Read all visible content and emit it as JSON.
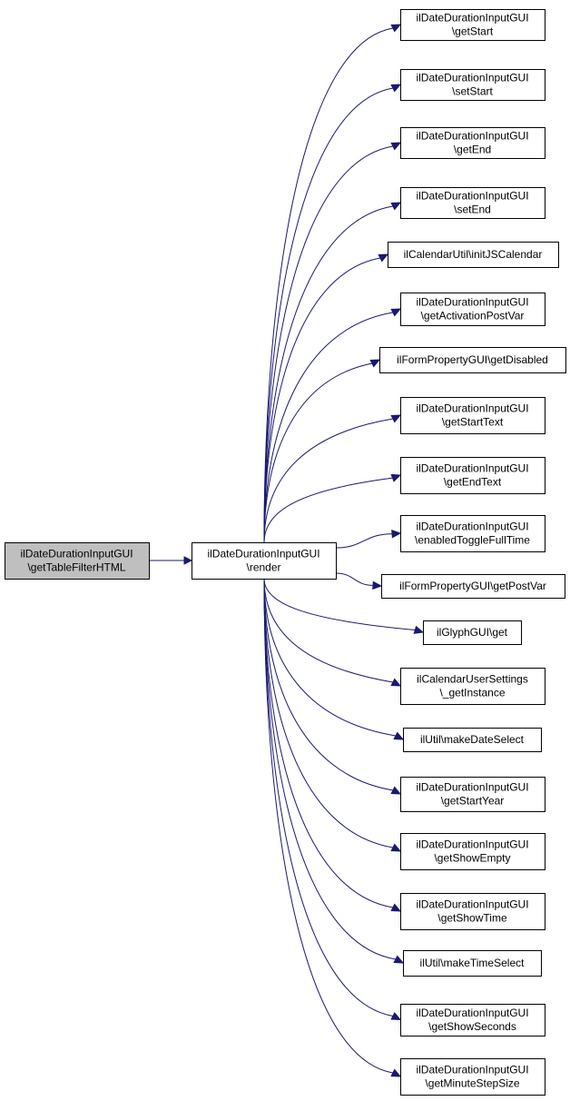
{
  "colors": {
    "edge": "#191970",
    "root_fill": "#bfbfbf",
    "node_fill": "#ffffff",
    "border": "#000000"
  },
  "nodes": [
    {
      "id": "root",
      "lines": [
        "ilDateDurationInputGUI",
        "\\getTableFilterHTML"
      ]
    },
    {
      "id": "render",
      "lines": [
        "ilDateDurationInputGUI",
        "\\render"
      ]
    },
    {
      "id": "getStart",
      "lines": [
        "ilDateDurationInputGUI",
        "\\getStart"
      ]
    },
    {
      "id": "setStart",
      "lines": [
        "ilDateDurationInputGUI",
        "\\setStart"
      ]
    },
    {
      "id": "getEnd",
      "lines": [
        "ilDateDurationInputGUI",
        "\\getEnd"
      ]
    },
    {
      "id": "setEnd",
      "lines": [
        "ilDateDurationInputGUI",
        "\\setEnd"
      ]
    },
    {
      "id": "initJSCalendar",
      "lines": [
        "ilCalendarUtil\\initJSCalendar"
      ]
    },
    {
      "id": "getActivationPostVar",
      "lines": [
        "ilDateDurationInputGUI",
        "\\getActivationPostVar"
      ]
    },
    {
      "id": "getDisabled",
      "lines": [
        "ilFormPropertyGUI\\getDisabled"
      ]
    },
    {
      "id": "getStartText",
      "lines": [
        "ilDateDurationInputGUI",
        "\\getStartText"
      ]
    },
    {
      "id": "getEndText",
      "lines": [
        "ilDateDurationInputGUI",
        "\\getEndText"
      ]
    },
    {
      "id": "enabledToggleFullTime",
      "lines": [
        "ilDateDurationInputGUI",
        "\\enabledToggleFullTime"
      ]
    },
    {
      "id": "getPostVar",
      "lines": [
        "ilFormPropertyGUI\\getPostVar"
      ]
    },
    {
      "id": "glyphGet",
      "lines": [
        "ilGlyphGUI\\get"
      ]
    },
    {
      "id": "getInstance",
      "lines": [
        "ilCalendarUserSettings",
        "\\_getInstance"
      ]
    },
    {
      "id": "makeDateSelect",
      "lines": [
        "ilUtil\\makeDateSelect"
      ]
    },
    {
      "id": "getStartYear",
      "lines": [
        "ilDateDurationInputGUI",
        "\\getStartYear"
      ]
    },
    {
      "id": "getShowEmpty",
      "lines": [
        "ilDateDurationInputGUI",
        "\\getShowEmpty"
      ]
    },
    {
      "id": "getShowTime",
      "lines": [
        "ilDateDurationInputGUI",
        "\\getShowTime"
      ]
    },
    {
      "id": "makeTimeSelect",
      "lines": [
        "ilUtil\\makeTimeSelect"
      ]
    },
    {
      "id": "getShowSeconds",
      "lines": [
        "ilDateDurationInputGUI",
        "\\getShowSeconds"
      ]
    },
    {
      "id": "getMinuteStepSize",
      "lines": [
        "ilDateDurationInputGUI",
        "\\getMinuteStepSize"
      ]
    }
  ],
  "edges": [
    {
      "from": "root",
      "to": "render"
    },
    {
      "from": "render",
      "to": "getStart"
    },
    {
      "from": "render",
      "to": "setStart"
    },
    {
      "from": "render",
      "to": "getEnd"
    },
    {
      "from": "render",
      "to": "setEnd"
    },
    {
      "from": "render",
      "to": "initJSCalendar"
    },
    {
      "from": "render",
      "to": "getActivationPostVar"
    },
    {
      "from": "render",
      "to": "getDisabled"
    },
    {
      "from": "render",
      "to": "getStartText"
    },
    {
      "from": "render",
      "to": "getEndText"
    },
    {
      "from": "render",
      "to": "enabledToggleFullTime"
    },
    {
      "from": "render",
      "to": "getPostVar"
    },
    {
      "from": "render",
      "to": "glyphGet"
    },
    {
      "from": "render",
      "to": "getInstance"
    },
    {
      "from": "render",
      "to": "makeDateSelect"
    },
    {
      "from": "render",
      "to": "getStartYear"
    },
    {
      "from": "render",
      "to": "getShowEmpty"
    },
    {
      "from": "render",
      "to": "getShowTime"
    },
    {
      "from": "render",
      "to": "makeTimeSelect"
    },
    {
      "from": "render",
      "to": "getShowSeconds"
    },
    {
      "from": "render",
      "to": "getMinuteStepSize"
    }
  ]
}
